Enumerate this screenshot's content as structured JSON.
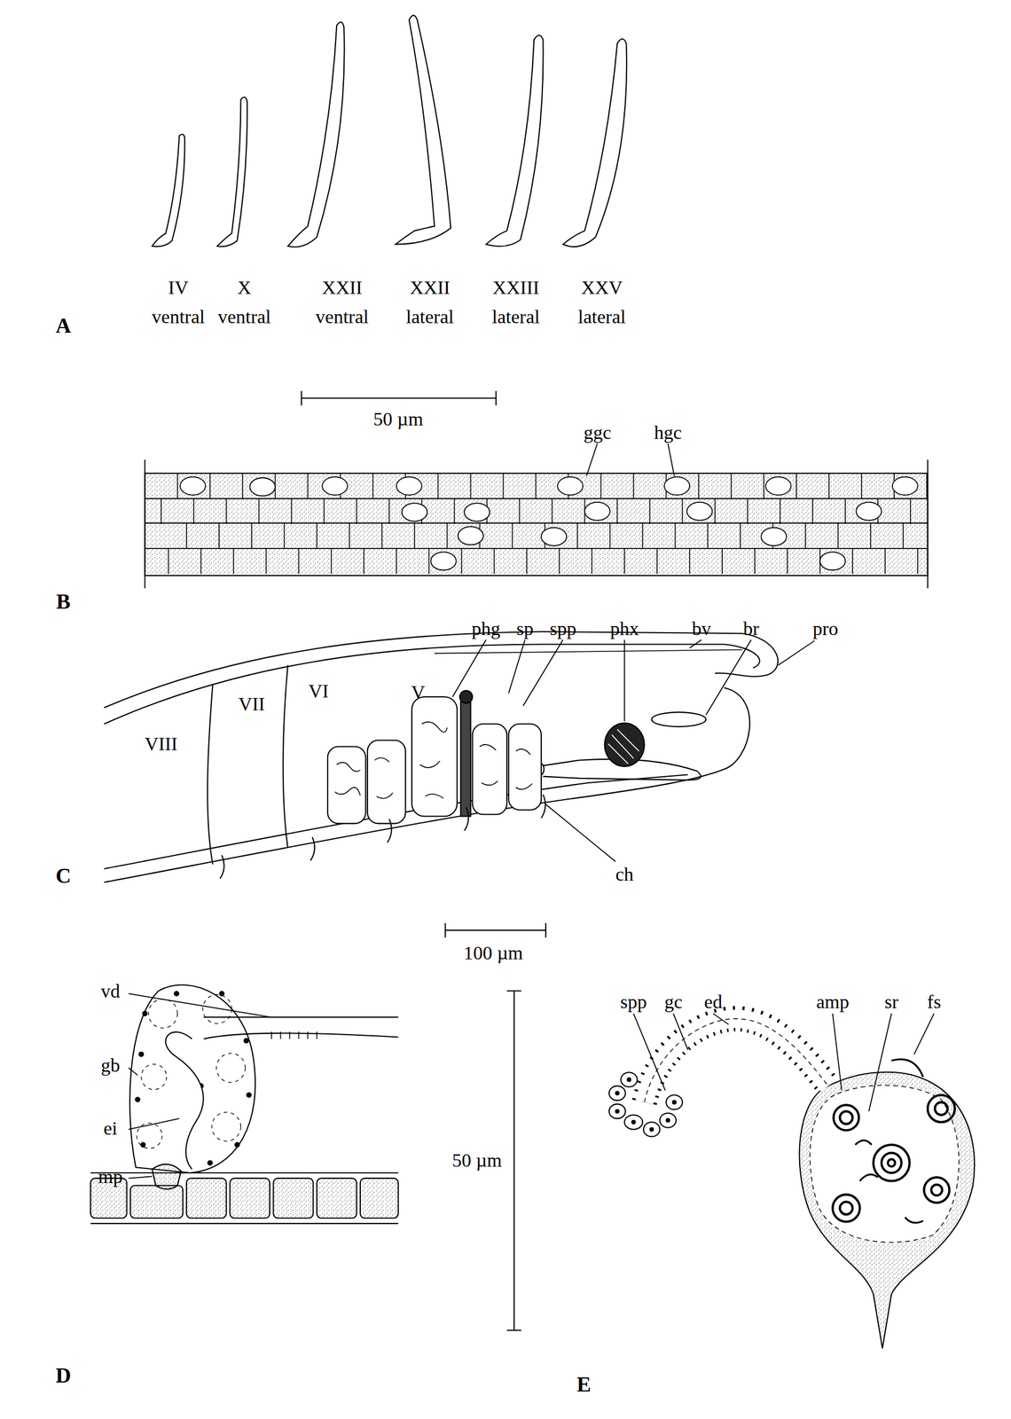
{
  "diagram": {
    "labels": [
      "IV",
      "ventral",
      "X",
      "ventral",
      "XXII",
      "ventral",
      "XXII",
      "lateral",
      "XXIII",
      "lateral",
      "XXV",
      "lateral",
      "A",
      "50 µm",
      "B",
      "ggc",
      "hgc",
      "phg",
      "sp",
      "spp",
      "phx",
      "bv",
      "br",
      "pro",
      "VIII",
      "VII",
      "VI",
      "V",
      "C",
      "ch",
      "100 µm",
      "vd",
      "gb",
      "ei",
      "mp",
      "50 µm",
      "D",
      "spp",
      "gc",
      "ed",
      "amp",
      "sr",
      "fs",
      "E"
    ]
  }
}
